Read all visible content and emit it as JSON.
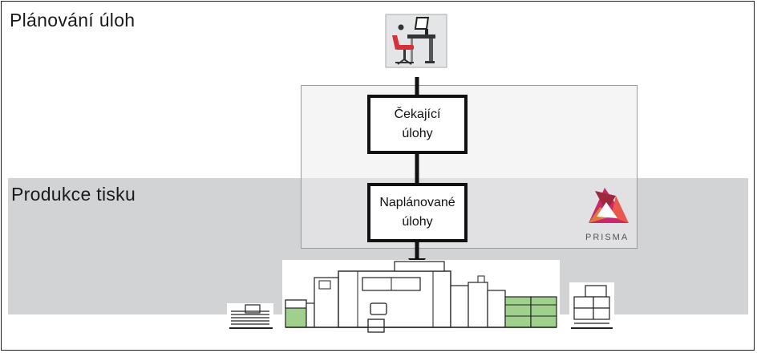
{
  "sections": {
    "planning_label": "Plánování úloh",
    "production_label": "Produkce tisku"
  },
  "stages": [
    {
      "label": "Čekající\núlohy"
    },
    {
      "label": "Naplánované\núlohy"
    }
  ],
  "brand": {
    "name": "PRISMA",
    "colors": {
      "dark": "#a0283c",
      "light": "#e07a3c",
      "pink": "#c8286e"
    }
  },
  "icons": {
    "workstation": "workstation-icon",
    "printer": "production-printer-icon",
    "paper_in": "paper-stack-icon",
    "paper_out": "output-stack-icon"
  },
  "colors": {
    "band": "#d2d3d5",
    "accent_green": "#9fd18c",
    "chair_red": "#d23238"
  }
}
